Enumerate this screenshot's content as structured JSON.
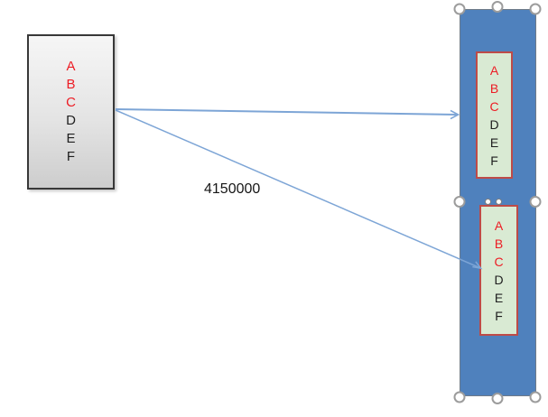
{
  "colors": {
    "canvas_bg": "#ffffff",
    "letter_red": "#ed1c24",
    "letter_dark": "#1f1f1f",
    "container_blue": "#4f81bd",
    "container_border": "#6f7b88",
    "target_green": "#d9ead3",
    "target_border": "#be4b48",
    "source_border": "#383838",
    "source_gradient_top": "#f6f6f6",
    "source_gradient_bottom": "#cdcdcd",
    "connector_blue": "#7da5d6",
    "handle_fill": "#ffffff",
    "handle_stroke": "#9c9c9c"
  },
  "source_box": {
    "letters": [
      "A",
      "B",
      "C",
      "D",
      "E",
      "F"
    ]
  },
  "target_box_1": {
    "letters": [
      "A",
      "B",
      "C",
      "D",
      "E",
      "F"
    ]
  },
  "target_box_2": {
    "letters": [
      "A",
      "B",
      "C",
      "D",
      "E",
      "F"
    ]
  },
  "connectors": [
    {
      "name": "straight-arrow",
      "label": ""
    },
    {
      "name": "diagonal-arrow",
      "label": "4150000"
    }
  ],
  "selection": {
    "handle_count": 8,
    "connection_point_count": 2
  }
}
